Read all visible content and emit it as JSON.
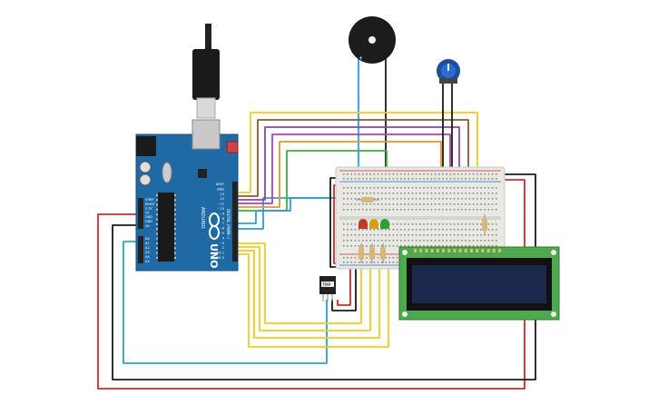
{
  "arduino": {
    "logo_text": "UNO",
    "brand_text": "ARDUINO",
    "digital_label": "DIGITAL (PWM~)",
    "power_labels": [
      "IOREF",
      "RESET",
      "3.3V",
      "5V",
      "GND",
      "GND",
      "Vin"
    ],
    "analog_labels": [
      "A0",
      "A1",
      "A2",
      "A3",
      "A4",
      "A5"
    ],
    "header_labels": [
      "AREF",
      "GND",
      "13",
      "12",
      "~11",
      "~10",
      "~9",
      "8",
      "7",
      "~6",
      "~5",
      "4",
      "~3",
      "2",
      "TX 1",
      "RX 0"
    ]
  },
  "sensor": {
    "label": "TMP"
  },
  "leds": {
    "colors": [
      "#c0392b",
      "#d4a017",
      "#2e9e3a"
    ]
  },
  "wire_colors": {
    "yellow": "#f2cb1d",
    "orange": "#e8952a",
    "purple": "#8e44ad",
    "magenta": "#b040b8",
    "brown": "#8b5a2b",
    "green": "#3bb33b",
    "blue": "#2aa0d8",
    "red": "#d42a2a",
    "black": "#1a1a1a"
  },
  "board_colors": {
    "arduino": "#1f6aa5",
    "breadboard": "#e9e9e4",
    "lcd_pcb": "#4ea84e",
    "lcd_screen": "#1b2a4c"
  }
}
